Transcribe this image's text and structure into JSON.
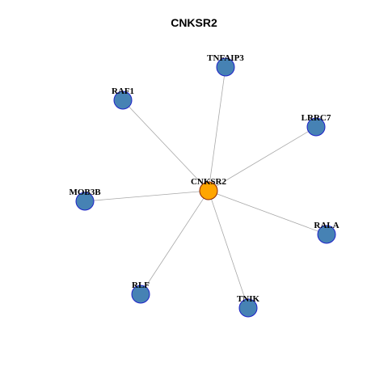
{
  "title": "CNKSR2",
  "colors": {
    "center_fill": "#FFA500",
    "center_stroke": "#8B2500",
    "leaf_fill": "#4682B4",
    "leaf_stroke": "#1E22C8",
    "edge": "#A8A8A8"
  },
  "network": {
    "center": "CNKSR2",
    "nodes": [
      {
        "id": "CNKSR2",
        "role": "center"
      },
      {
        "id": "TNFAIP3",
        "role": "neighbor"
      },
      {
        "id": "RAF1",
        "role": "neighbor"
      },
      {
        "id": "LRRC7",
        "role": "neighbor"
      },
      {
        "id": "MOB3B",
        "role": "neighbor"
      },
      {
        "id": "RALA",
        "role": "neighbor"
      },
      {
        "id": "RLF",
        "role": "neighbor"
      },
      {
        "id": "TNIK",
        "role": "neighbor"
      }
    ],
    "edges": [
      {
        "source": "CNKSR2",
        "target": "TNFAIP3"
      },
      {
        "source": "CNKSR2",
        "target": "RAF1"
      },
      {
        "source": "CNKSR2",
        "target": "LRRC7"
      },
      {
        "source": "CNKSR2",
        "target": "MOB3B"
      },
      {
        "source": "CNKSR2",
        "target": "RALA"
      },
      {
        "source": "CNKSR2",
        "target": "RLF"
      },
      {
        "source": "CNKSR2",
        "target": "TNIK"
      }
    ]
  }
}
